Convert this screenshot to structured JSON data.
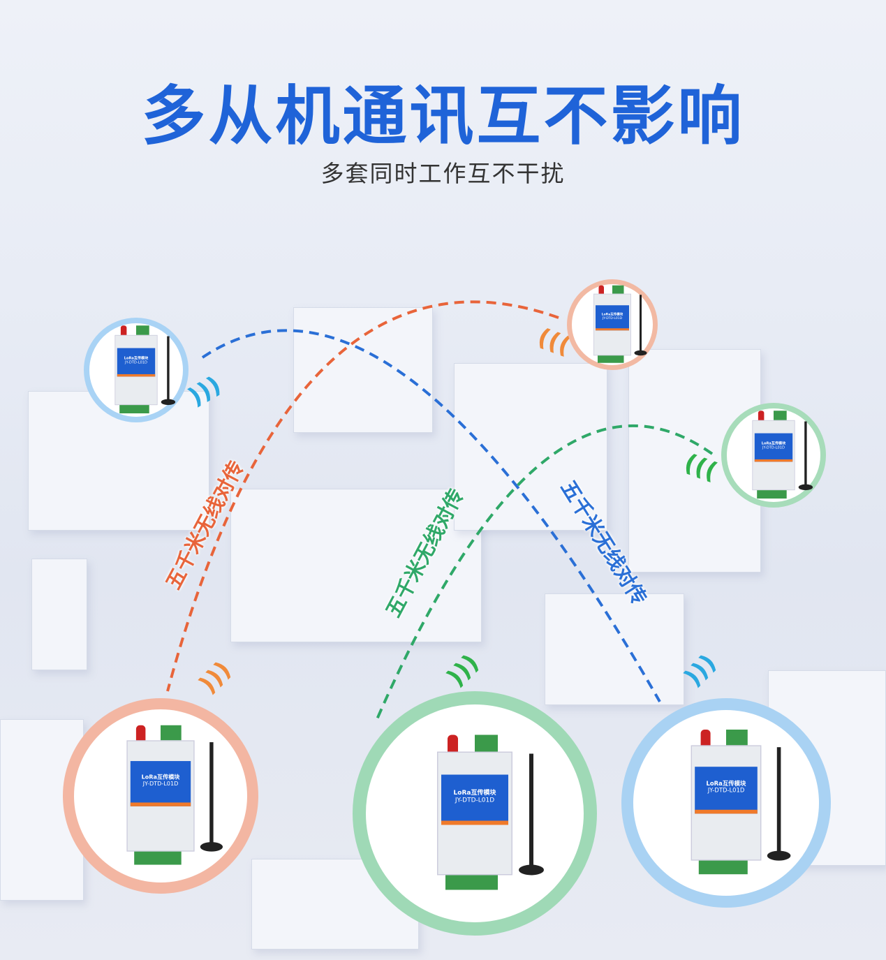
{
  "header": {
    "title": "多从机通讯互不影响",
    "subtitle": "多套同时工作互不干扰"
  },
  "link_labels": [
    "五千米无线对传",
    "五千米无线对传",
    "五千米无线对传"
  ],
  "device": {
    "panel_title": "LoRa互传模块",
    "model": "JY-DTD-L01D"
  },
  "colors": {
    "blue": "#2a6fd6",
    "orange": "#e8643a",
    "green": "#2fa868",
    "title": "#1f63d8"
  }
}
